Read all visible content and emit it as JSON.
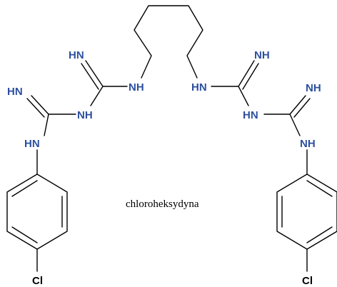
{
  "compound": {
    "name": "chloroheksydyna"
  },
  "labels": {
    "nh_upper_left_imine": "HN",
    "nh_left_imine": "HN",
    "nh_left_bridge": "NH",
    "nh_left_aryl": "HN",
    "nh_left_chain": "NH",
    "nh_right_chain": "HN",
    "nh_upper_right_imine": "NH",
    "nh_right_bridge": "HN",
    "nh_right_imine": "NH",
    "nh_right_aryl": "NH",
    "cl_left": "Cl",
    "cl_right": "Cl"
  },
  "colors": {
    "nitrogen": "#2d4fa0",
    "bond": "#000000",
    "background": "#ffffff"
  }
}
